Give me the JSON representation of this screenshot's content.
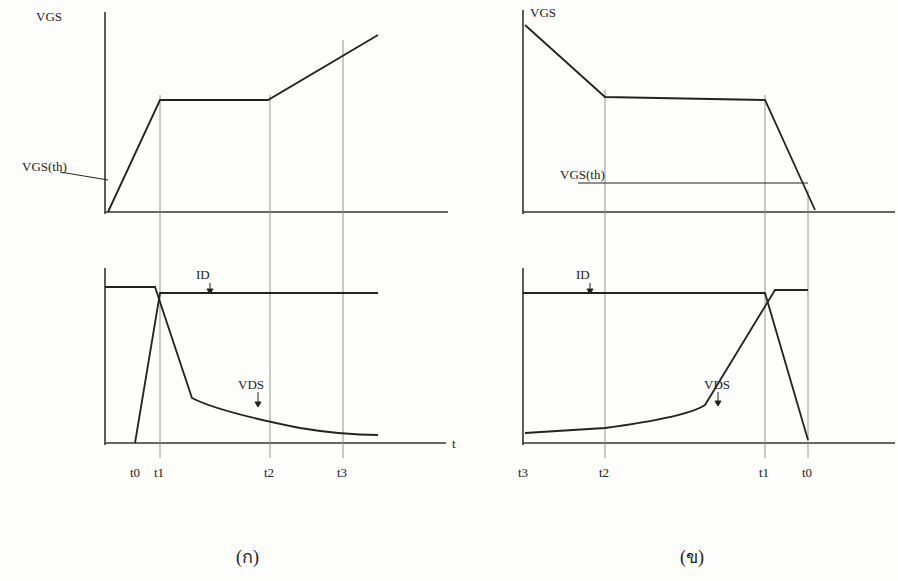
{
  "diagram": {
    "labels": [
      "VGS",
      "VGS(th)",
      "ID",
      "VDS",
      "t",
      "t0",
      "t1",
      "t2",
      "t3",
      "(ก)",
      "VGS",
      "VGS(th)",
      "ID",
      "VDS",
      "t3",
      "t2",
      "t1",
      "t0",
      "(ข)"
    ]
  }
}
